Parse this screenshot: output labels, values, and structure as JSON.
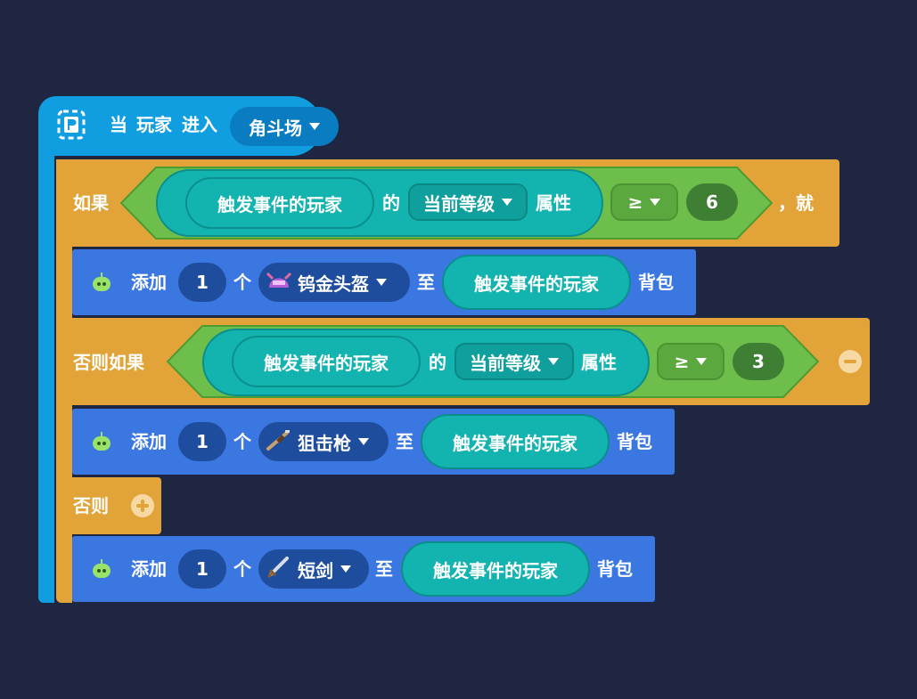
{
  "event": {
    "prefix": "当",
    "player": "玩家",
    "action": "进入",
    "location": "角斗场"
  },
  "if_block": {
    "label": "如果",
    "subject": "触发事件的玩家",
    "of": "的",
    "attribute": "当前等级",
    "prop": "属性",
    "operator": "≥",
    "value": "6",
    "then": "，就"
  },
  "add1": {
    "add": "添加",
    "count": "1",
    "unit": "个",
    "item": "钨金头盔",
    "to": "至",
    "target": "触发事件的玩家",
    "bag": "背包"
  },
  "elseif_block": {
    "label": "否则如果",
    "subject": "触发事件的玩家",
    "of": "的",
    "attribute": "当前等级",
    "prop": "属性",
    "operator": "≥",
    "value": "3"
  },
  "add2": {
    "add": "添加",
    "count": "1",
    "unit": "个",
    "item": "狙击枪",
    "to": "至",
    "target": "触发事件的玩家",
    "bag": "背包"
  },
  "else_block": {
    "label": "否则"
  },
  "add3": {
    "add": "添加",
    "count": "1",
    "unit": "个",
    "item": "短剑",
    "to": "至",
    "target": "触发事件的玩家",
    "bag": "背包"
  },
  "colors": {
    "background": "#1e2642",
    "event": "#109ee0",
    "control": "#e2a438",
    "condition": "#6ebe4b",
    "action": "#3a77e0",
    "value_pill": "#13b3b0"
  },
  "icons": [
    "event-flag-icon",
    "robot-icon",
    "helmet-icon",
    "sniper-rifle-icon",
    "sword-icon",
    "minus-icon",
    "plus-icon",
    "dropdown-caret-icon"
  ]
}
